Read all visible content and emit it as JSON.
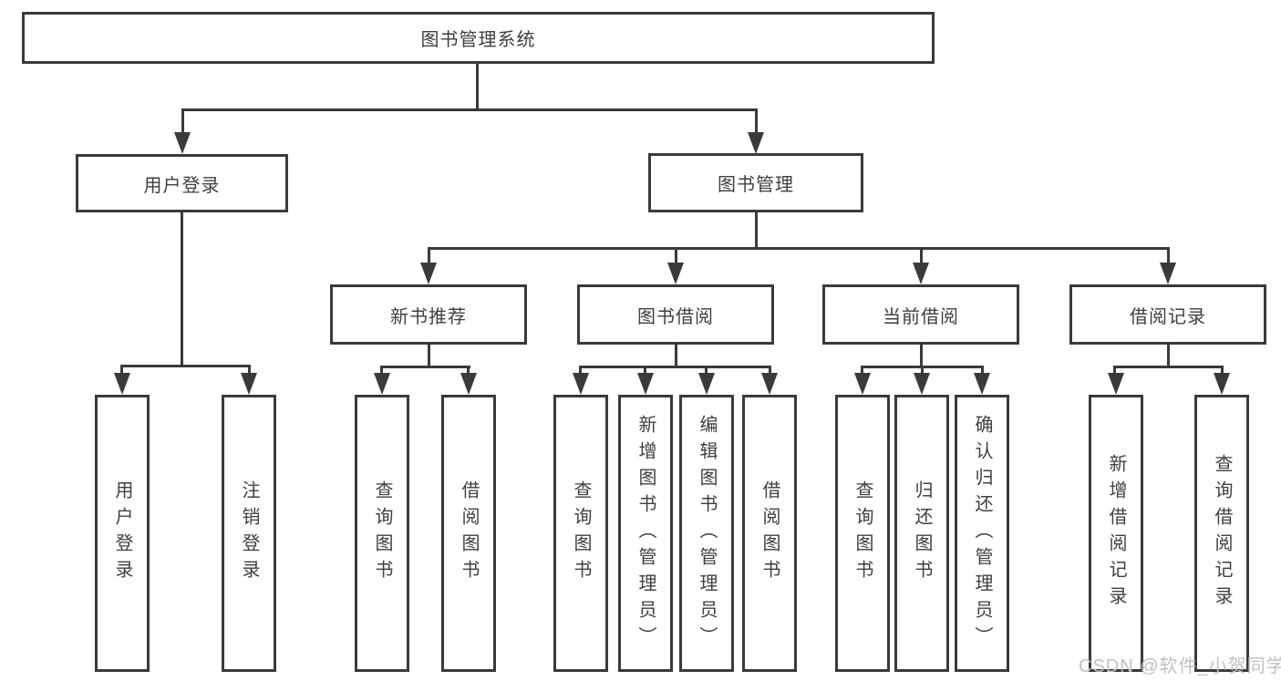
{
  "diagram": {
    "root": {
      "label": "图书管理系统"
    },
    "level1": [
      {
        "label": "用户登录"
      },
      {
        "label": "图书管理"
      }
    ],
    "level2": [
      {
        "label": "新书推荐",
        "parent": "图书管理"
      },
      {
        "label": "图书借阅",
        "parent": "图书管理"
      },
      {
        "label": "当前借阅",
        "parent": "图书管理"
      },
      {
        "label": "借阅记录",
        "parent": "图书管理"
      }
    ],
    "leaves": [
      {
        "label": "用户登录",
        "parent": "用户登录"
      },
      {
        "label": "注销登录",
        "parent": "用户登录"
      },
      {
        "label": "查询图书",
        "parent": "新书推荐"
      },
      {
        "label": "借阅图书",
        "parent": "新书推荐"
      },
      {
        "label": "查询图书",
        "parent": "图书借阅"
      },
      {
        "label": "新增图书（管理员）",
        "parent": "图书借阅"
      },
      {
        "label": "编辑图书（管理员）",
        "parent": "图书借阅"
      },
      {
        "label": "借阅图书",
        "parent": "图书借阅"
      },
      {
        "label": "查询图书",
        "parent": "当前借阅"
      },
      {
        "label": "归还图书",
        "parent": "当前借阅"
      },
      {
        "label": "确认归还（管理员）",
        "parent": "当前借阅"
      },
      {
        "label": "新增借阅记录",
        "parent": "借阅记录"
      },
      {
        "label": "查询借阅记录",
        "parent": "借阅记录"
      }
    ]
  },
  "watermark": {
    "text": "CSDN @软件_小贺同学"
  },
  "colors": {
    "line": "#3a3a3a",
    "text": "#3f3f3f",
    "background": "#ffffff",
    "watermark": "#c0c0c0"
  }
}
